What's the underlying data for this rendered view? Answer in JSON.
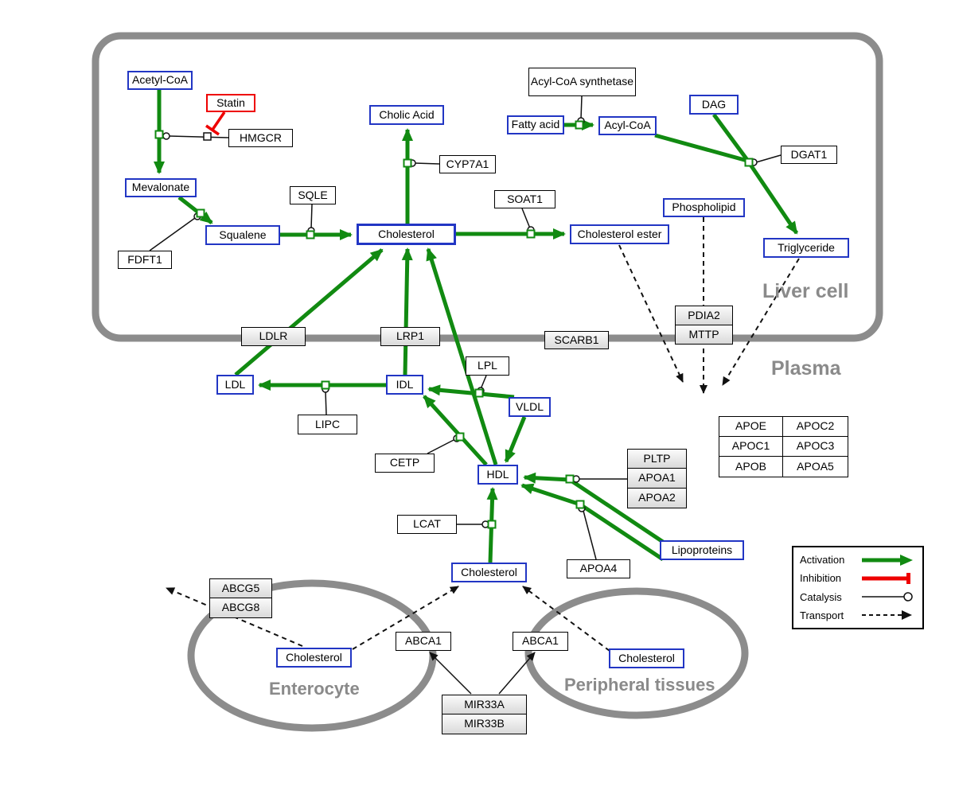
{
  "regions": {
    "liver": "Liver cell",
    "plasma": "Plasma",
    "enterocyte": "Enterocyte",
    "peripheral": "Peripheral tissues"
  },
  "nodes": {
    "acetyl_coa": "Acetyl-CoA",
    "statin": "Statin",
    "hmgcr": "HMGCR",
    "mevalonate": "Mevalonate",
    "fdft1": "FDFT1",
    "squalene": "Squalene",
    "sqle": "SQLE",
    "cholesterol_liver": "Cholesterol",
    "cholic_acid": "Cholic Acid",
    "cyp7a1": "CYP7A1",
    "soat1": "SOAT1",
    "cholesterol_ester": "Cholesterol ester",
    "acyl_coa_synthetase": "Acyl-CoA synthetase",
    "fatty_acid": "Fatty acid",
    "acyl_coa": "Acyl-CoA",
    "dag": "DAG",
    "dgat1": "DGAT1",
    "phospholipid": "Phospholipid",
    "triglyceride": "Triglyceride",
    "ldlr": "LDLR",
    "lrp1": "LRP1",
    "scarb1": "SCARB1",
    "pdia2": "PDIA2",
    "mttp": "MTTP",
    "ldl": "LDL",
    "idl": "IDL",
    "vldl": "VLDL",
    "hdl": "HDL",
    "lpl": "LPL",
    "lipc": "LIPC",
    "cetp": "CETP",
    "lcat": "LCAT",
    "pltp": "PLTP",
    "apoa1": "APOA1",
    "apoa2": "APOA2",
    "apoa4": "APOA4",
    "lipoproteins": "Lipoproteins",
    "cholesterol_plasma": "Cholesterol",
    "apoe": "APOE",
    "apoc2": "APOC2",
    "apoc1": "APOC1",
    "apoc3": "APOC3",
    "apob": "APOB",
    "apoa5": "APOA5",
    "abcg5": "ABCG5",
    "abcg8": "ABCG8",
    "abca1_left": "ABCA1",
    "abca1_right": "ABCA1",
    "mir33a": "MIR33A",
    "mir33b": "MIR33B",
    "cholesterol_enterocyte": "Cholesterol",
    "cholesterol_peripheral": "Cholesterol"
  },
  "legend": {
    "activation": "Activation",
    "inhibition": "Inhibition",
    "catalysis": "Catalysis",
    "transport": "Transport"
  },
  "colors": {
    "activation_green": "#118a11",
    "inhibition_red": "#ee0000",
    "membrane_gray": "#8c8c8c",
    "node_blue": "#2236c4"
  }
}
